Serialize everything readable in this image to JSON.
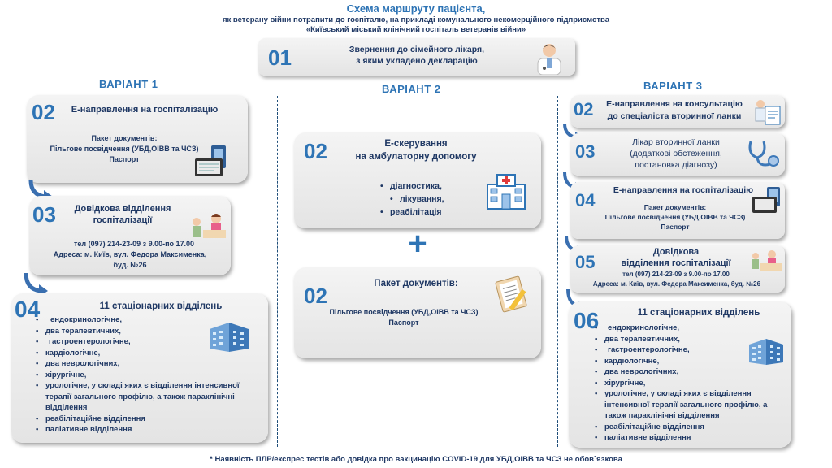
{
  "header": {
    "title": "Схема маршруту пацієнта,",
    "subtitle1": "як ветерану війни потрапити до госпіталю, на прикладі комунального некомерційного підприємства",
    "subtitle2": "«Київський міський клінічний госпіталь ветеранів війни»"
  },
  "top_step": {
    "num": "01",
    "line1": "Звернення до сімейного лікаря,",
    "line2": "з яким укладено декларацію",
    "icon": "doctor-icon"
  },
  "variant1": {
    "title": "ВАРІАНТ 1",
    "step2": {
      "num": "02",
      "title": "Е-направлення на госпіталізацію",
      "pack_label": "Пакет документів:",
      "pack_line": "Пільгове посвідчення (УБД,ОІВВ та ЧСЗ)",
      "passport": "Паспорт",
      "icon": "tablet-icon"
    },
    "step3": {
      "num": "03",
      "title1": "Довідкова відділення",
      "title2": "госпіталізації",
      "phone": "тел (097) 214-23-09 з 9.00-по 17.00",
      "addr1": "Адреса: м. Київ, вул. Федора Максименка,",
      "addr2": "буд. №26",
      "icon": "reception-icon"
    },
    "step4": {
      "num": "04",
      "title": "11 стаціонарних відділень",
      "icon": "hospital-building-icon",
      "items": [
        "ендокринологічне,",
        "два терапевтичних,",
        "гастроентерологічне,",
        "кардіологічне,",
        "два неврологічних,",
        "хірургічне,",
        "урологічне, у складі яких є відділення інтенсивної терапії загального профілю, а також параклінічні відділення",
        "реабілітаційне відділення",
        "паліативне відділення"
      ]
    }
  },
  "variant2": {
    "title": "ВАРІАНТ 2",
    "step2a": {
      "num": "02",
      "title1": "Е-скерування",
      "title2": "на амбулаторну допомогу",
      "items": [
        "діагностика,",
        "лікування,",
        "реабілітація"
      ],
      "icon": "clinic-icon"
    },
    "plus": "+",
    "step2b": {
      "num": "02",
      "title": "Пакет документів:",
      "line": "Пільгове посвідчення (УБД,ОІВВ та ЧСЗ)",
      "passport": "Паспорт",
      "icon": "clipboard-icon"
    }
  },
  "variant3": {
    "title": "ВАРІАНТ 3",
    "step2": {
      "num": "02",
      "title1": "Е-направлення на консультацію",
      "title2": "до спеціаліста вторинної ланки",
      "icon": "consult-icon"
    },
    "step3": {
      "num": "03",
      "title1": "Лікар вторинної ланки",
      "title2": "(додаткові обстеження,",
      "title3": "постановка діагнозу)",
      "icon": "stethoscope-icon"
    },
    "step4": {
      "num": "04",
      "title": "Е-направлення на госпіталізацію",
      "pack_label": "Пакет документів:",
      "pack_line": "Пільгове посвідчення (УБД,ОІВВ та ЧСЗ)",
      "passport": "Паспорт",
      "icon": "tablet-icon"
    },
    "step5": {
      "num": "05",
      "title1": "Довідкова",
      "title2": "відділення госпіталізації",
      "phone": "тел (097) 214-23-09 з 9.00-по 17.00",
      "addr": "Адреса: м. Київ, вул. Федора Максименка, буд. №26",
      "icon": "reception-icon"
    },
    "step6": {
      "num": "06",
      "title": "11 стаціонарних відділень",
      "icon": "hospital-building-icon",
      "items": [
        "ендокринологічне,",
        "два терапевтичних,",
        "гастроентерологічне,",
        "кардіологічне,",
        "два неврологічних,",
        "хірургічне,",
        "урологічне, у складі яких є відділення інтенсивної терапії загального профілю, а також параклінічні відділення",
        "реабілітаційне відділення",
        "паліативне відділення"
      ]
    }
  },
  "footnote": "* Наявність ПЛР/експрес тестів або довідка про вакцинацію COVID-19 для УБД,ОІВВ та ЧСЗ не обов`язкова"
}
